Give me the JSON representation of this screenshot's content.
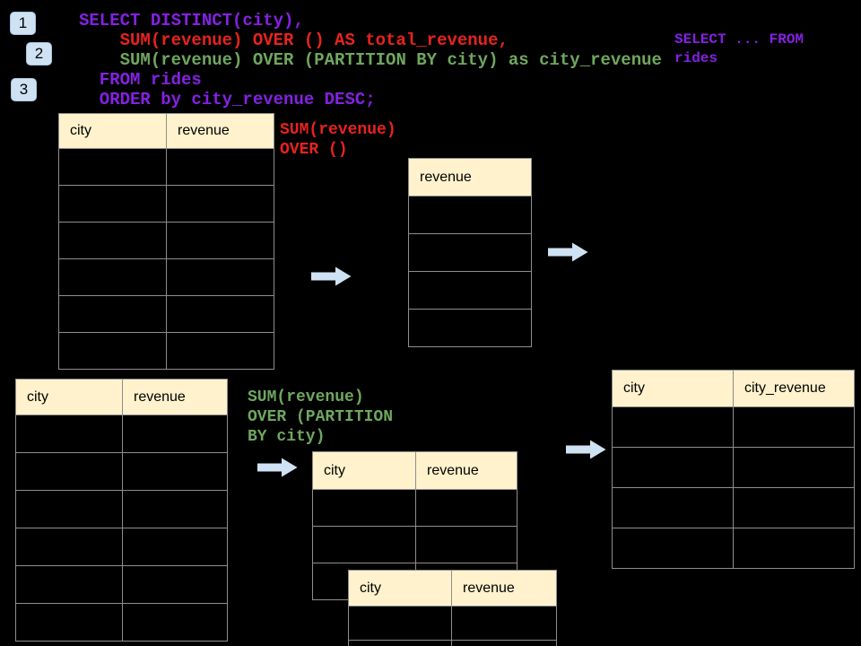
{
  "colors": {
    "background": "#000000",
    "purple": "#8521E3",
    "red": "#E8231E",
    "green": "#6FA75F",
    "header_bg": "#FFF2CC",
    "arrow_fill": "#CFE2F3",
    "badge_bg": "#CFE2F3",
    "badge_border": "#A9C4DE",
    "table_border": "#8E8E8E"
  },
  "badges": [
    {
      "label": "1"
    },
    {
      "label": "2"
    },
    {
      "label": "3"
    }
  ],
  "sql": {
    "lines": [
      {
        "text": "SELECT DISTINCT(city),",
        "color": "purple"
      },
      {
        "text": "    SUM(revenue) OVER () AS total_revenue,",
        "color": "red"
      },
      {
        "text": "    SUM(revenue) OVER (PARTITION BY city) as city_revenue",
        "color": "green"
      },
      {
        "text": "  FROM rides",
        "color": "purple"
      },
      {
        "text": "  ORDER by city_revenue DESC;",
        "color": "purple"
      }
    ]
  },
  "side_note": {
    "color": "purple",
    "lines": [
      "SELECT ... FROM",
      "rides"
    ]
  },
  "annotation_total": {
    "color": "red",
    "lines": [
      "SUM(revenue)",
      "OVER ()"
    ]
  },
  "annotation_partition": {
    "color": "green",
    "lines": [
      "SUM(revenue)",
      "OVER (PARTITION",
      "BY city)"
    ]
  },
  "tables": {
    "source_top": {
      "headers": [
        "city",
        "revenue"
      ],
      "empty_rows": 6
    },
    "total_result": {
      "headers": [
        "revenue"
      ],
      "empty_rows": 4
    },
    "source_bottom": {
      "headers": [
        "city",
        "revenue"
      ],
      "empty_rows": 6
    },
    "partition_a": {
      "headers": [
        "city",
        "revenue"
      ],
      "empty_rows": 3
    },
    "partition_b": {
      "headers": [
        "city",
        "revenue"
      ],
      "empty_rows": 2
    },
    "partition_result": {
      "headers": [
        "city",
        "city_revenue"
      ],
      "empty_rows": 4
    }
  }
}
